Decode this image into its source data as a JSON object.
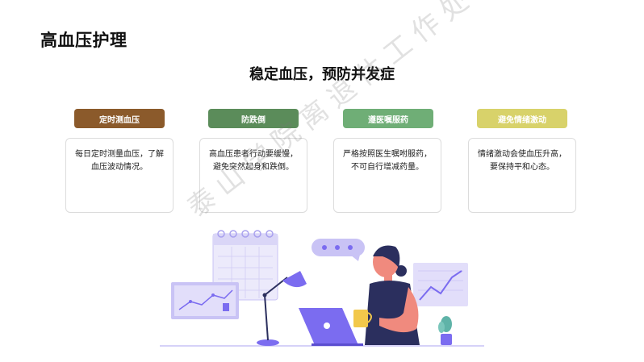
{
  "slide": {
    "title": "高血压护理",
    "subtitle": "稳定血压，预防并发症"
  },
  "cards": [
    {
      "label": "定时测血压",
      "text": "每日定时测量血压，了解血压波动情况。",
      "color": "#8B5A2B"
    },
    {
      "label": "防跌倒",
      "text": "高血压患者行动要缓慢，避免突然起身和跌倒。",
      "color": "#5B8C5A"
    },
    {
      "label": "遵医嘱服药",
      "text": "严格按照医生嘱咐服药，不可自行增减药量。",
      "color": "#6FAE76"
    },
    {
      "label": "避免情绪激动",
      "text": "情绪激动会使血压升高，要保持平和心态。",
      "color": "#D8D26A"
    }
  ],
  "watermark": "泰山学院离退休工作处",
  "colors": {
    "accent_purple": "#7B6CF0",
    "light_purple": "#C9C3F5",
    "skin": "#F08A7E",
    "dark_navy": "#2B2F5E"
  },
  "icons": [
    "calendar-icon",
    "chart-board-icon",
    "desk-lamp-icon",
    "laptop-icon",
    "coffee-cup-icon",
    "chat-bubble-icon",
    "plant-icon",
    "trend-chart-icon"
  ]
}
